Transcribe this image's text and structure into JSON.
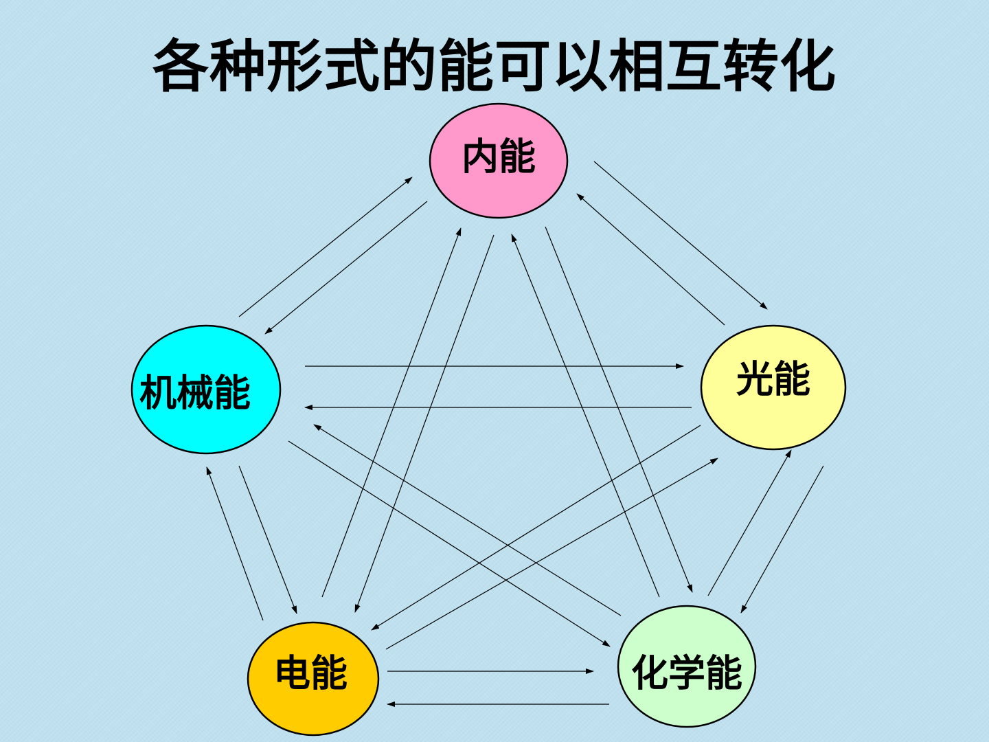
{
  "title": "各种形式的能可以相互转化",
  "nodes": [
    {
      "id": "internal",
      "label": "内能",
      "color": "#ff99cc"
    },
    {
      "id": "light",
      "label": "光能",
      "color": "#ffff99"
    },
    {
      "id": "chemical",
      "label": "化学能",
      "color": "#ccffcc"
    },
    {
      "id": "electric",
      "label": "电能",
      "color": "#ffcc00"
    },
    {
      "id": "mechanical",
      "label": "机械能",
      "color": "#00ffff"
    }
  ]
}
